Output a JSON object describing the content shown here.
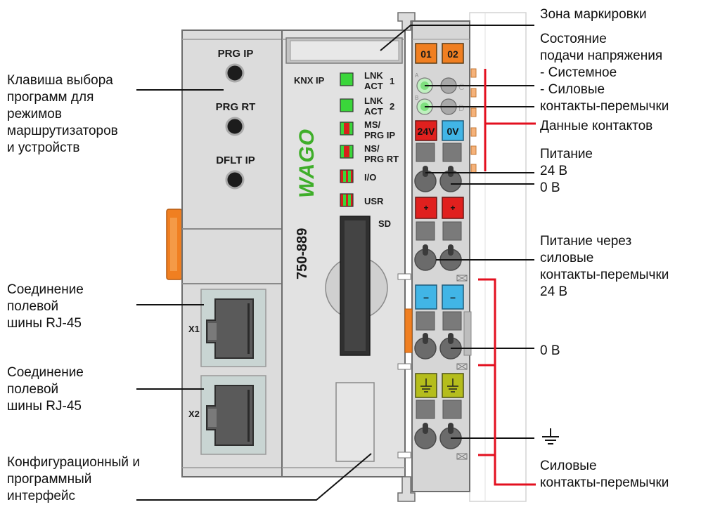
{
  "labels": {
    "marking_zone": "Зона маркировки",
    "supply_status": [
      "Состояние",
      "подачи напряжения",
      "- Системное",
      "- Силовые",
      "контакты-перемычки"
    ],
    "contact_data": "Данные контактов",
    "power_24v": [
      "Питание",
      "24 В"
    ],
    "zero_v_1": "0 В",
    "power_jumper": [
      "Питание через",
      "силовые",
      "контакты-перемычки",
      "24 В"
    ],
    "zero_v_2": "0 В",
    "power_jumpers_bottom": [
      "Силовые",
      "контакты-перемычки"
    ],
    "program_key": [
      "Клавиша выбора",
      "программ для",
      "режимов",
      "маршрутизаторов",
      "и устройств"
    ],
    "rj45_1": [
      "Соединение",
      "полевой",
      "шины RJ-45"
    ],
    "rj45_2": [
      "Соединение",
      "полевой",
      "шины RJ-45"
    ],
    "config_interface": [
      "Конфигурационный и",
      "программный",
      "интерфейс"
    ],
    "ground_symbol": "⏚"
  },
  "device": {
    "prg_ip": "PRG IP",
    "prg_rt": "PRG RT",
    "dflt_ip": "DFLT IP",
    "knx_ip": "KNX IP",
    "brand": "WAGO",
    "model": "750-889",
    "sd": "SD",
    "x1": "X1",
    "x2": "X2",
    "led_labels": {
      "lnk1": [
        "LNK",
        "ACT"
      ],
      "lnk1_num": "1",
      "lnk2": [
        "LNK",
        "ACT"
      ],
      "lnk2_num": "2",
      "ms": [
        "MS/",
        "PRG IP"
      ],
      "ns": [
        "NS/",
        "PRG RT"
      ],
      "io": "I/O",
      "usr": "USR"
    },
    "terminal": {
      "tab1": "01",
      "tab2": "02",
      "v24": "24V",
      "v0": "0V",
      "plus": "+",
      "minus": "–",
      "letter_a": "A",
      "letter_b": "B",
      "letter_c": "C",
      "letter_d": "D"
    }
  },
  "colors": {
    "line_black": "#111111",
    "line_red": "#e3101f",
    "orange": "#f07f21",
    "red_tab": "#e0201e",
    "blue_tab": "#41b5e6",
    "ground_tab": "#b5bd1c",
    "led_green": "#3ad63a",
    "body_gray": "#dcdcdc"
  }
}
